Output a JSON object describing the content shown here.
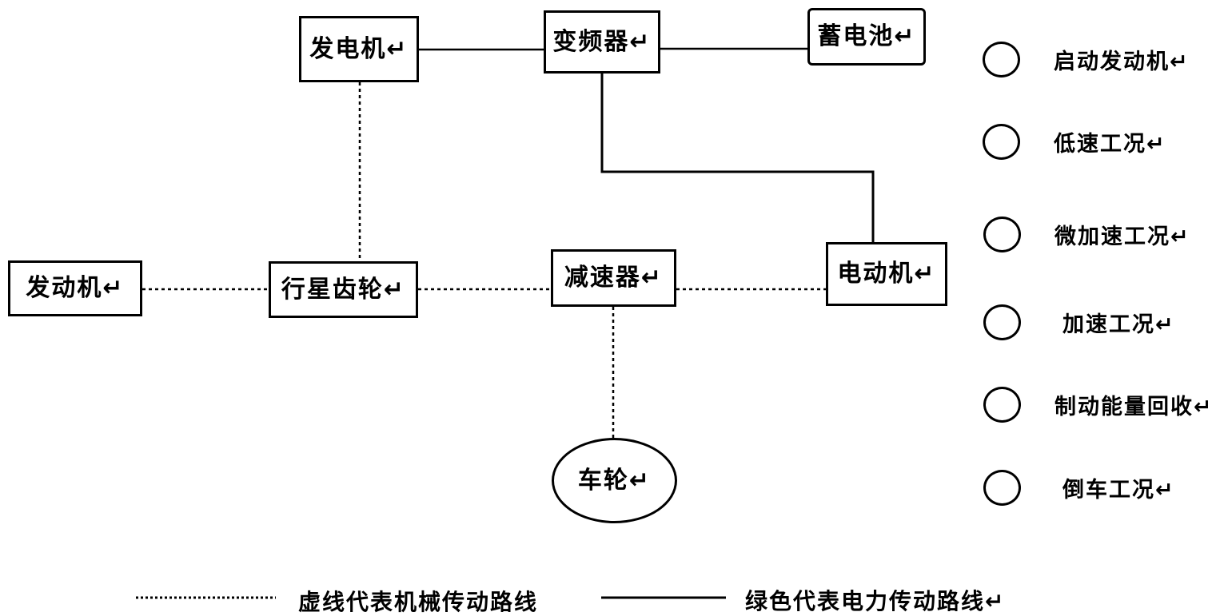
{
  "figure": {
    "description": "Hybrid vehicle powertrain block diagram"
  },
  "nodes": {
    "generator": {
      "label": "发电机↵"
    },
    "inverter": {
      "label": "变频器↵"
    },
    "battery": {
      "label": "蓄电池↵"
    },
    "engine": {
      "label": "发动机↵"
    },
    "planetary_gear": {
      "label": "行星齿轮↵"
    },
    "reducer": {
      "label": "减速器↵"
    },
    "motor": {
      "label": "电动机↵"
    },
    "wheel": {
      "label": "车轮↵"
    }
  },
  "edges": [
    {
      "from": "generator",
      "to": "inverter",
      "type": "solid"
    },
    {
      "from": "inverter",
      "to": "battery",
      "type": "solid"
    },
    {
      "from": "inverter",
      "to": "motor",
      "type": "solid"
    },
    {
      "from": "generator",
      "to": "planetary_gear",
      "type": "dashed"
    },
    {
      "from": "engine",
      "to": "planetary_gear",
      "type": "dashed"
    },
    {
      "from": "planetary_gear",
      "to": "reducer",
      "type": "dashed"
    },
    {
      "from": "reducer",
      "to": "motor",
      "type": "dashed"
    },
    {
      "from": "reducer",
      "to": "wheel",
      "type": "dashed"
    }
  ],
  "modes": {
    "items": [
      {
        "label": "启动发动机↵"
      },
      {
        "label": "低速工况↵"
      },
      {
        "label": "微加速工况↵"
      },
      {
        "label": "加速工况↵"
      },
      {
        "label": "制动能量回收↵"
      },
      {
        "label": "倒车工况↵"
      }
    ]
  },
  "line_types": {
    "dashed": {
      "label": "虚线代表机械传动路线"
    },
    "solid": {
      "label": "绿色代表电力传动路线↵"
    }
  },
  "colors": {
    "line": "#000000",
    "background": "#ffffff"
  }
}
